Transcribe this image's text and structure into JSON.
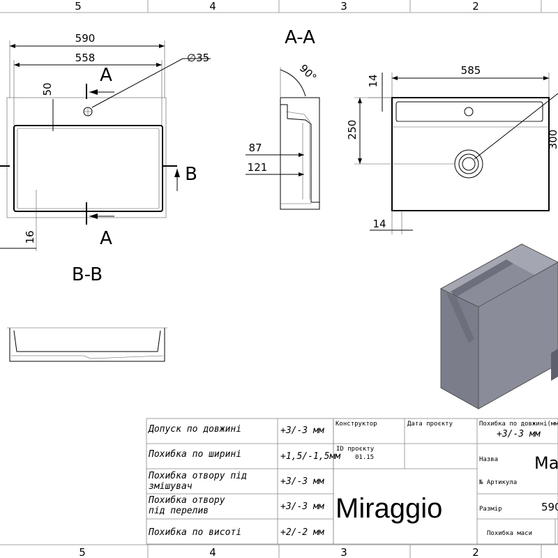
{
  "grid": {
    "top": [
      "5",
      "4",
      "3",
      "2"
    ],
    "bottom": [
      "5",
      "4",
      "3",
      "2"
    ]
  },
  "views": {
    "top": {
      "dim_outer": "590",
      "dim_inner": "558",
      "dim_hole": "∅35",
      "dim_50": "50",
      "dim_16": "16",
      "cut_a_top": "A",
      "cut_a_bottom": "A",
      "cut_b_right": "B"
    },
    "section_aa": {
      "title": "A-A",
      "angle": "90°",
      "dim_87": "87",
      "dim_121": "121"
    },
    "section_bb": {
      "title": "B-B"
    },
    "right": {
      "dim_585": "585",
      "dim_14_top": "14",
      "dim_250": "250",
      "dim_14_bottom": "14",
      "dim_partial": "300"
    }
  },
  "tolerance_table": [
    {
      "label_lines": [
        "Допуск по довжині"
      ],
      "value": "+3/-3 мм"
    },
    {
      "label_lines": [
        "Похибка по ширині"
      ],
      "value": "+1,5/-1,5мм"
    },
    {
      "label_lines": [
        "Похибка отвору під",
        "змішувач"
      ],
      "value": "+3/-3 мм"
    },
    {
      "label_lines": [
        "Похибка отвору",
        "під перелив"
      ],
      "value": "+3/-3 мм"
    },
    {
      "label_lines": [
        "Похибка по висоті"
      ],
      "value": "+2/-2 мм"
    }
  ],
  "title_block": {
    "designer": "Конструктор",
    "project_date": "Дата проєкту",
    "project_id_label": "ID проєкту",
    "project_id": "01.15",
    "logo": "Miraggio",
    "length_error_label": "Похибка по довжині(мм)",
    "length_error_value": "+3/-3 мм",
    "name_label": "Назва",
    "name_value": "Ma",
    "article_label": "№ Артикула",
    "size_label": "Размір",
    "size_value": "590",
    "mass_error_label": "Похибка маси"
  },
  "colors": {
    "product_fill": "#8a8d99",
    "product_dark": "#6d707c",
    "product_light": "#a4a7b2"
  }
}
